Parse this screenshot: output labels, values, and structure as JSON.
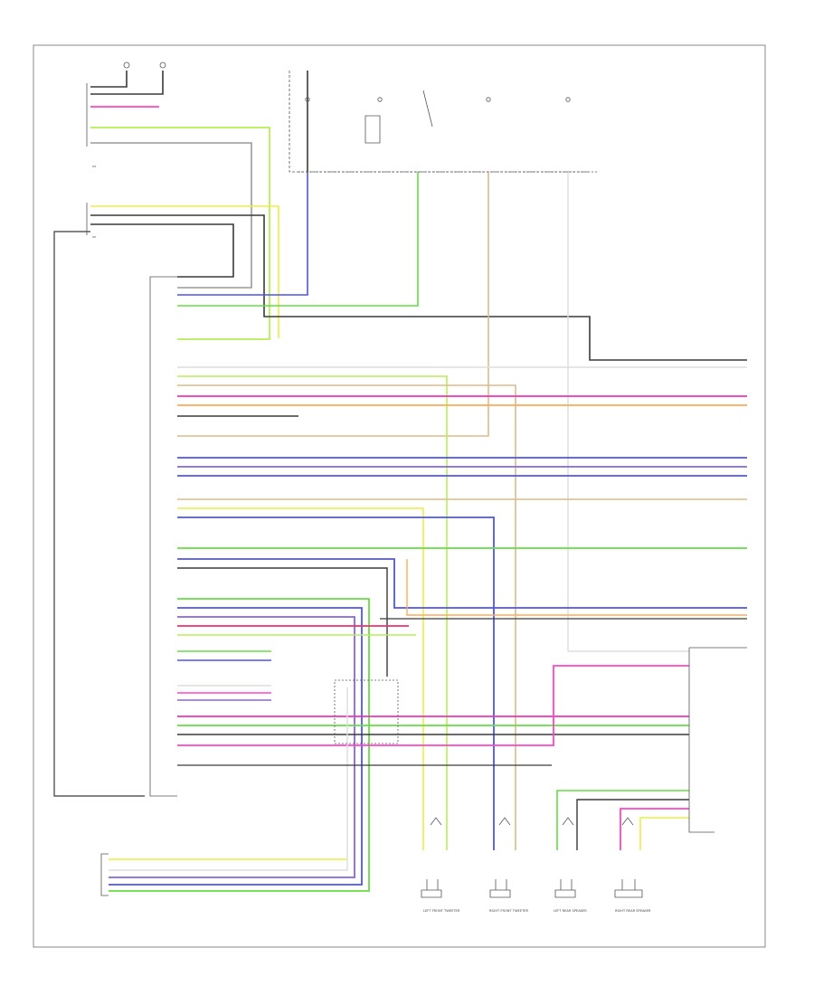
{
  "diagram": {
    "footer_code": "",
    "radio_label": "",
    "amp_label": "",
    "speakers": [
      {
        "id": "spk-lf",
        "label": "LEFT FRONT TWEETER"
      },
      {
        "id": "spk-rf",
        "label": "RIGHT FRONT TWEETER"
      },
      {
        "id": "spk-lr",
        "label": "LEFT REAR SPEAKER"
      },
      {
        "id": "spk-rr",
        "label": "RIGHT REAR SPEAKER"
      }
    ],
    "colors": {
      "frame": "#8a8a8a",
      "component": "#555555",
      "wire_black": "#3a3a3a",
      "wire_gray": "#9a9a9a",
      "wire_green": "#66dd44",
      "wire_lightgreen": "#b8ee55",
      "wire_yellow": "#eeee44",
      "wire_blue": "#4d55ee",
      "wire_violet": "#8866dd",
      "wire_pink": "#ee33bb",
      "wire_magenta": "#ff44cc",
      "wire_red": "#ee3366",
      "wire_orange": "#ffaa55",
      "wire_tan": "#ddbb88",
      "wire_white": "#dddddd"
    }
  }
}
